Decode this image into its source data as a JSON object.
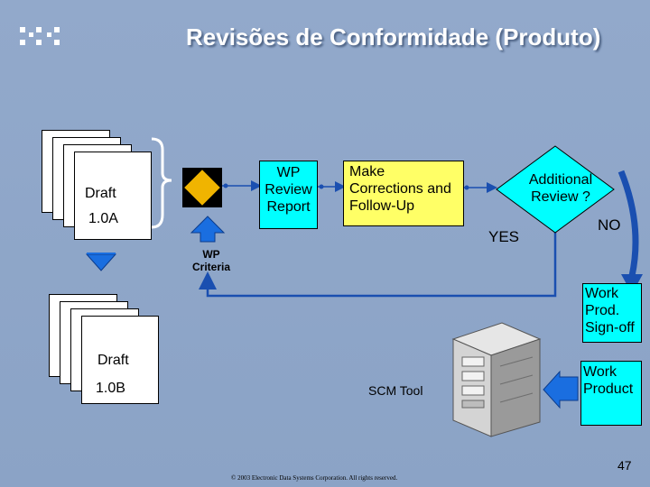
{
  "title": "Revisões de Conformidade (Produto)",
  "draft_a": {
    "line1": "Draft",
    "line2": "1.0A"
  },
  "draft_b": {
    "line1": "Draft",
    "line2": "1.0B"
  },
  "wp_review_report": "WP Review Report",
  "make_corrections": "Make Corrections and Follow-Up",
  "additional_review": "Additional Review ?",
  "yes_label": "YES",
  "no_label": "NO",
  "wp_criteria": "WP Criteria",
  "work_prod_signoff": "Work Prod. Sign-off",
  "work_product": "Work Product",
  "scm_tool": "SCM Tool",
  "page_number": "47",
  "copyright": "© 2003 Electronic Data Systems Corporation. All rights reserved.",
  "colors": {
    "background": "#8ea6c8",
    "cyan": "#00ffff",
    "yellow": "#ffff66",
    "arrow": "#1a6ee0",
    "diamond": "#f0b400"
  },
  "icons": [
    "logo-dots-icon",
    "document-stack-icon",
    "brace-icon",
    "review-diamond-icon",
    "server-computer-icon",
    "arrow-icon"
  ]
}
